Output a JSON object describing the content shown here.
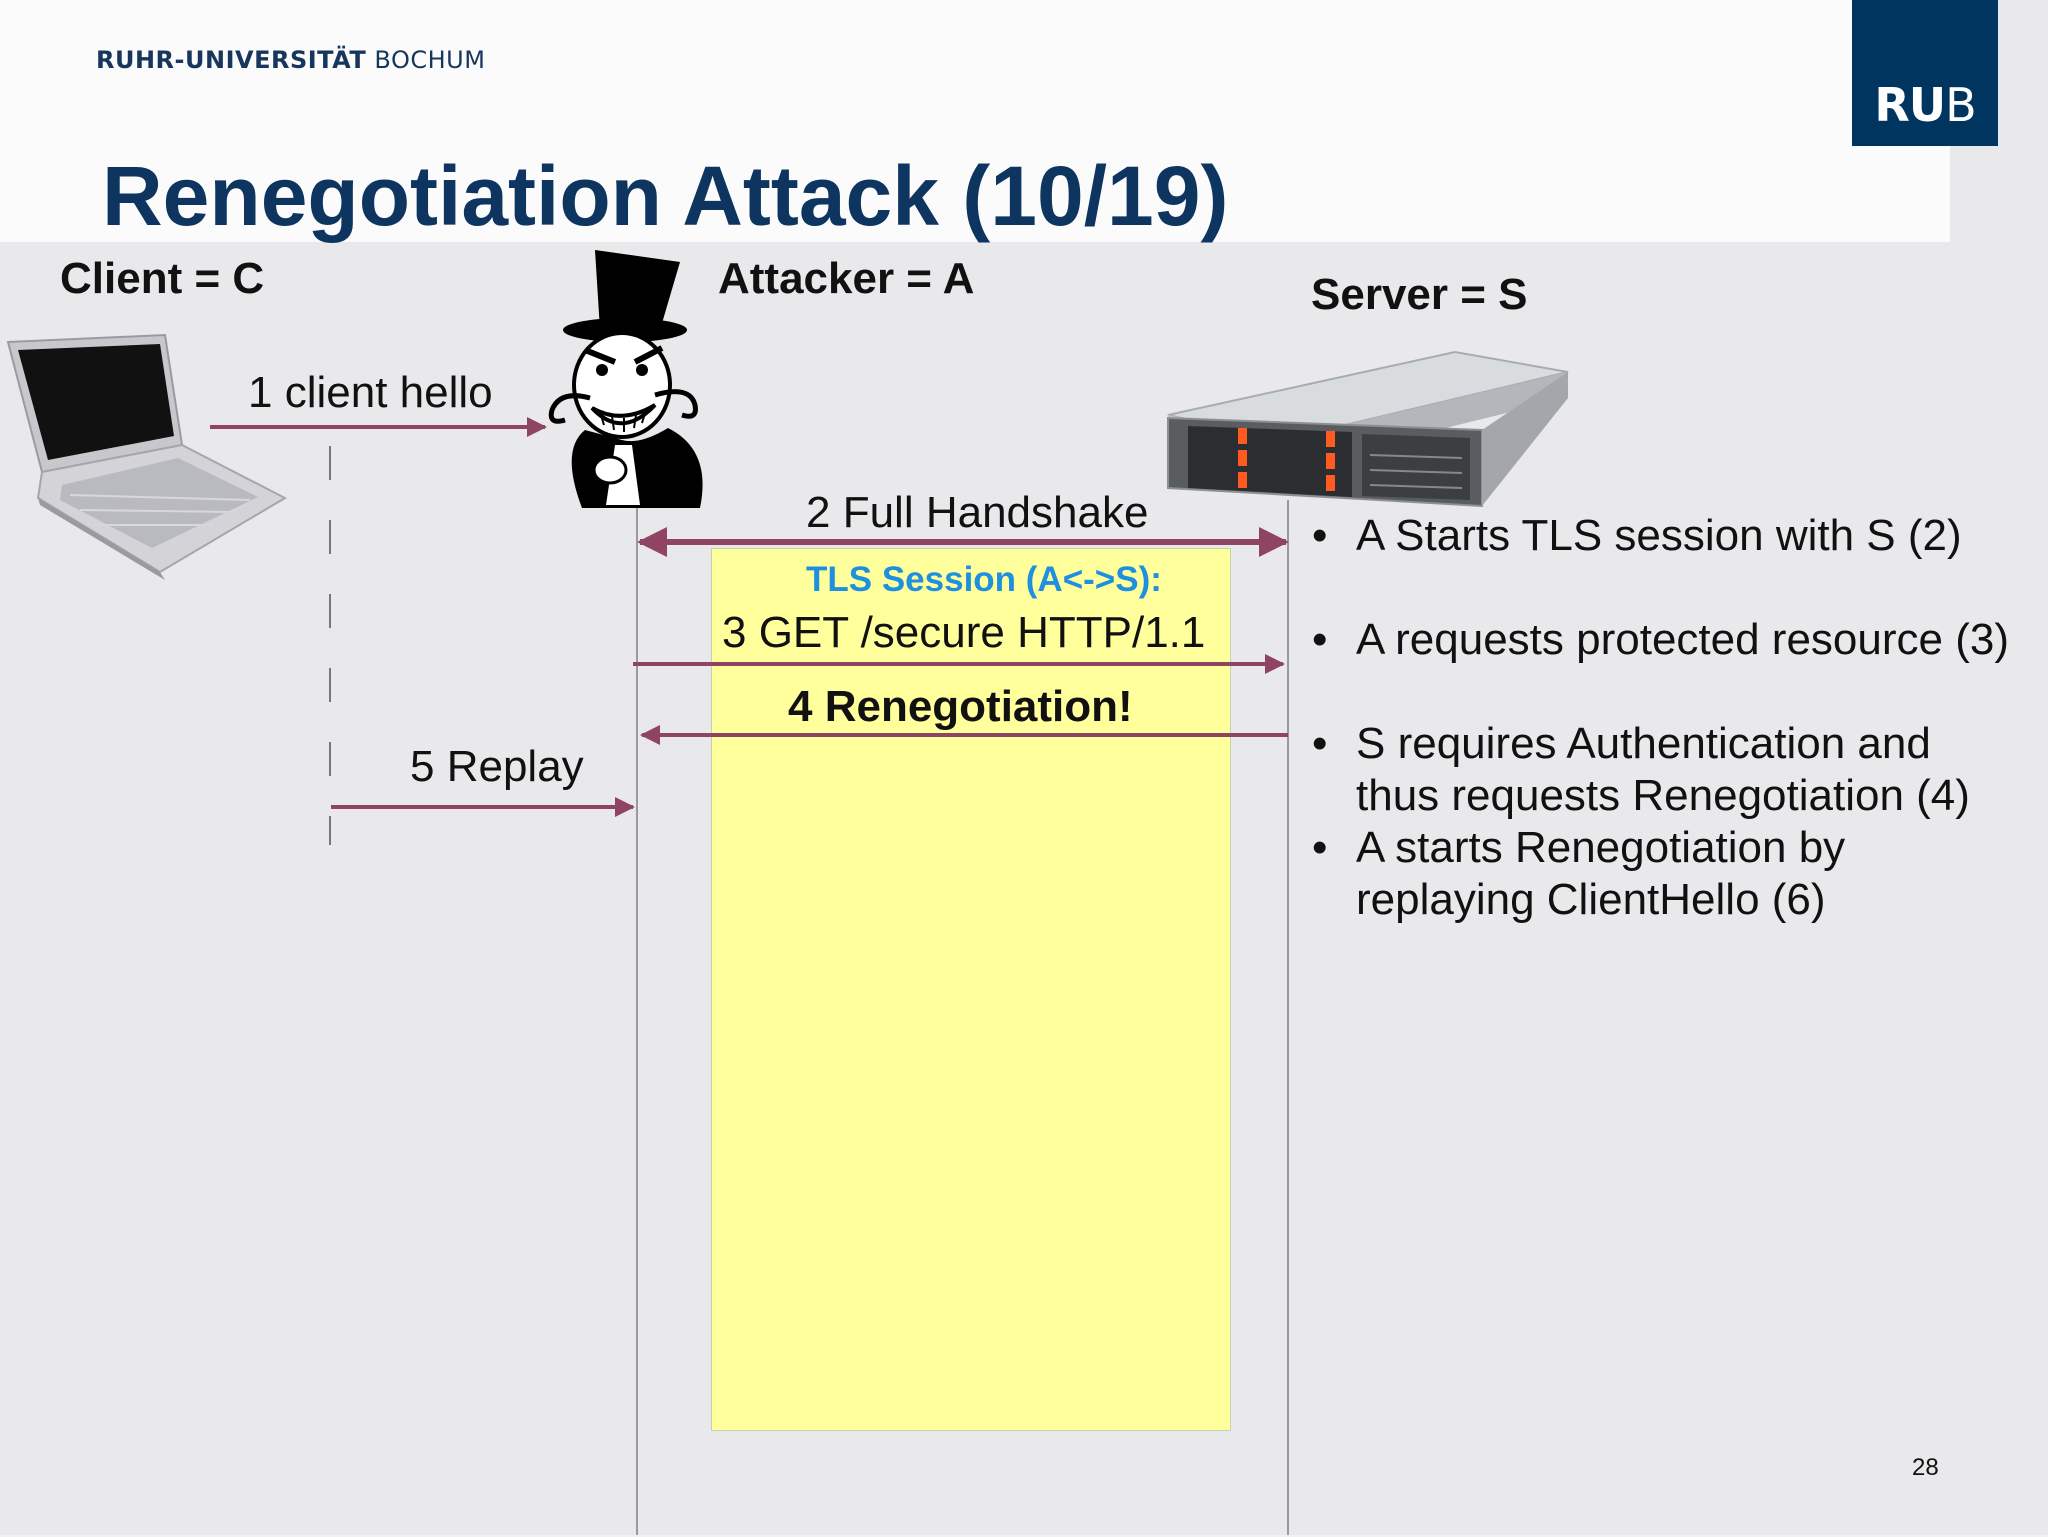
{
  "header": {
    "university_bold": "RUHR-UNIVERSITÄT",
    "university_regular": "BOCHUM",
    "logo_bold": "RU",
    "logo_regular": "B"
  },
  "title": "Renegotiation Attack (10/19)",
  "actors": {
    "client": "Client = C",
    "attacker": "Attacker = A",
    "server": "Server = S"
  },
  "messages": {
    "m1": "1 client hello",
    "m2": "2 Full Handshake",
    "session_title": "TLS Session (A<->S):",
    "m3": "3 GET /secure HTTP/1.1",
    "m4": "4 Renegotiation!",
    "m5": "5 Replay"
  },
  "bullets": [
    "A Starts TLS session with S (2)",
    "A requests protected resource (3)",
    "S requires Authentication and thus requests Renegotiation (4)",
    "A starts Renegotiation by replaying ClientHello (6)"
  ],
  "page_number": "28",
  "icons": {
    "client": "laptop-icon",
    "attacker": "villain-icon",
    "server": "rack-server-icon"
  },
  "colors": {
    "arrow": "#8f4463",
    "title": "#0d3560",
    "logo_bg": "#003560",
    "session_bg": "#ffff9c",
    "session_title": "#1f8fe0"
  }
}
